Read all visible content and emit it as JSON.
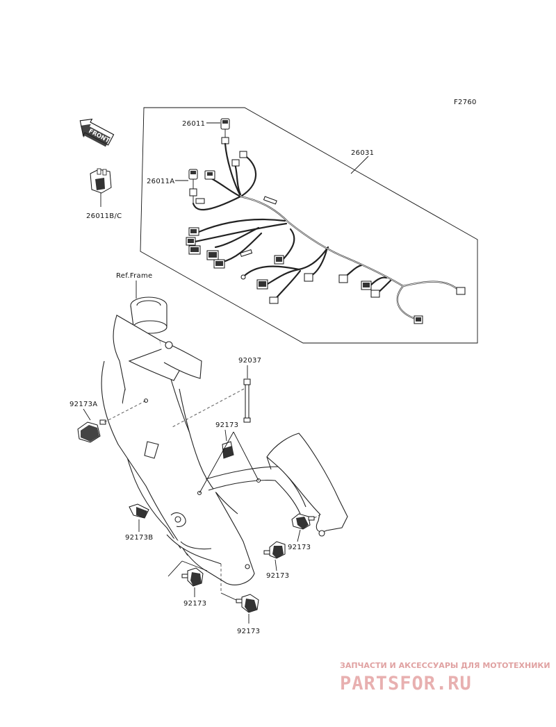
{
  "diagram": {
    "code": "F2760",
    "front_arrow": "FRONT",
    "labels": {
      "p26011": "26011",
      "p26011A": "26011A",
      "p26011BC": "26011B/C",
      "p26031": "26031",
      "ref_frame": "Ref.Frame",
      "p92037": "92037",
      "p92173A": "92173A",
      "p92173_1": "92173",
      "p92173B": "92173B",
      "p92173_2": "92173",
      "p92173_3": "92173",
      "p92173_4": "92173",
      "p92173_5": "92173"
    }
  },
  "watermark": {
    "tagline": "ЗАПЧАСТИ И АКСЕССУАРЫ ДЛЯ МОТОТЕХНИКИ",
    "brand": "PARTSFOR.RU",
    "color": "#e8b0b0"
  }
}
